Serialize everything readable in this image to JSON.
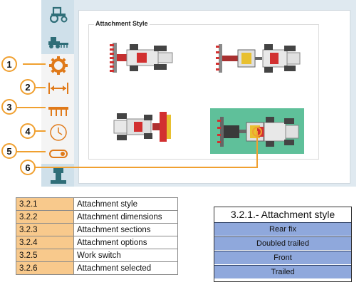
{
  "sidebar": {
    "icons": [
      "tractor-icon",
      "attachment-icon",
      "gear-icon",
      "dimensions-icon",
      "sections-icon",
      "timer-icon",
      "toggle-icon",
      "selected-attachment-icon"
    ]
  },
  "main": {
    "group_title": "Attachment Style"
  },
  "callouts": [
    "1",
    "2",
    "3",
    "4",
    "5",
    "6"
  ],
  "table": {
    "rows": [
      {
        "code": "3.2.1",
        "label": "Attachment style"
      },
      {
        "code": "3.2.2",
        "label": "Attachment dimensions"
      },
      {
        "code": "3.2.3",
        "label": "Attachment sections"
      },
      {
        "code": "3.2.4",
        "label": "Attachment options"
      },
      {
        "code": "3.2.5",
        "label": "Work switch"
      },
      {
        "code": "3.2.6",
        "label": "Attachment selected"
      }
    ]
  },
  "style_list": {
    "title": "3.2.1.- Attachment style",
    "items": [
      "Rear fix",
      "Doubled trailed",
      "Front",
      "Trailed"
    ]
  },
  "colors": {
    "accent": "#f0a030",
    "selected": "#5fc09a",
    "list_item": "#8fa8dc",
    "code_cell": "#f8c98c"
  }
}
